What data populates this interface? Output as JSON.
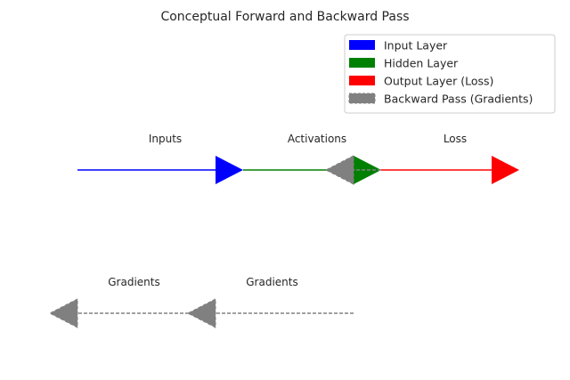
{
  "title": "Conceptual Forward and Backward Pass",
  "legend": [
    {
      "label": "Input Layer",
      "color": "#0000ff",
      "style": "solid"
    },
    {
      "label": "Hidden Layer",
      "color": "#008000",
      "style": "solid"
    },
    {
      "label": "Output Layer (Loss)",
      "color": "#ff0000",
      "style": "solid"
    },
    {
      "label": "Backward Pass (Gradients)",
      "color": "#808080",
      "style": "dashed"
    }
  ],
  "forward": [
    {
      "from": 0.0,
      "to": 1.0,
      "y": 1,
      "color": "#0000ff",
      "label": "Inputs"
    },
    {
      "from": 1.2,
      "to": 2.0,
      "y": 1,
      "color": "#008000",
      "label": "Activations"
    },
    {
      "from": 2.2,
      "to": 3.0,
      "y": 1,
      "color": "#ff0000",
      "label": "Loss"
    }
  ],
  "backward": [
    {
      "from": 2.2,
      "to": 2.0,
      "y": 1,
      "color": "#808080",
      "label": ""
    },
    {
      "from": 2.0,
      "to": 1.0,
      "y": 0,
      "color": "#808080",
      "label": "Gradients"
    },
    {
      "from": 1.0,
      "to": 0.0,
      "y": 0,
      "color": "#808080",
      "label": "Gradients"
    }
  ]
}
